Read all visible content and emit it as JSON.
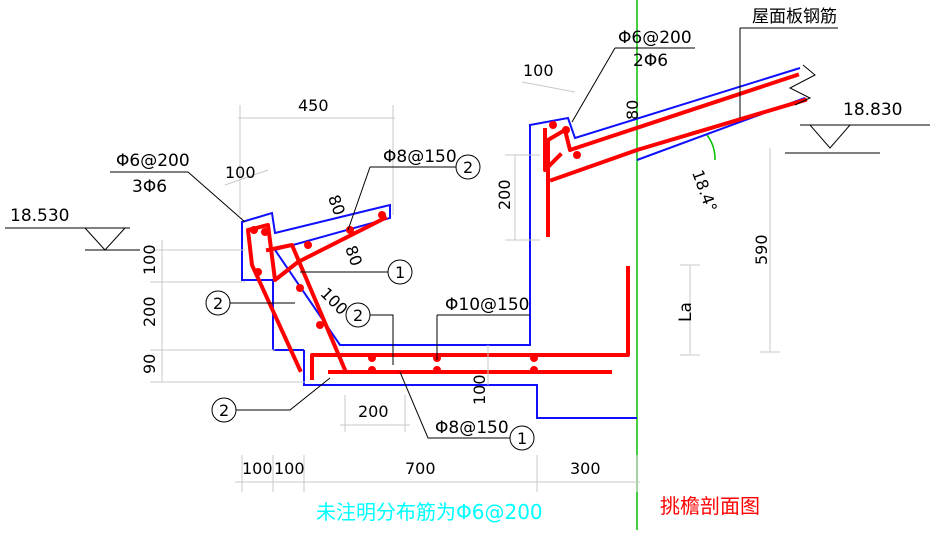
{
  "elevations": {
    "left": "18.530",
    "right": "18.830"
  },
  "angle": "18.4°",
  "labels": {
    "roof_rebar": "屋面板钢筋",
    "top_left_rebar_a": "Φ6@200",
    "top_left_rebar_b": "3Φ6",
    "top_right_rebar_a": "Φ6@200",
    "top_right_rebar_b": "2Φ6",
    "rebar_8_150_top": "Φ8@150",
    "rebar_10_150": "Φ10@150",
    "rebar_8_150_bottom": "Φ8@150",
    "la": "La"
  },
  "markers": {
    "one": "1",
    "two": "2"
  },
  "dimensions": {
    "d450": "450",
    "d100_top": "100",
    "d80_a": "80",
    "d80_b": "80",
    "d100_slope": "100",
    "d100_right_top": "100",
    "d80_right": "80",
    "d200_right": "200",
    "d590": "590",
    "d100_left": "100",
    "d200_left": "200",
    "d90_left": "90",
    "d100_mid": "100",
    "d200_bottom": "200",
    "b100_a": "100",
    "b100_b": "100",
    "b700": "700",
    "b300": "300"
  },
  "notes": {
    "distribution": "未注明分布筋为Φ6@200",
    "title": "挑檐剖面图"
  }
}
